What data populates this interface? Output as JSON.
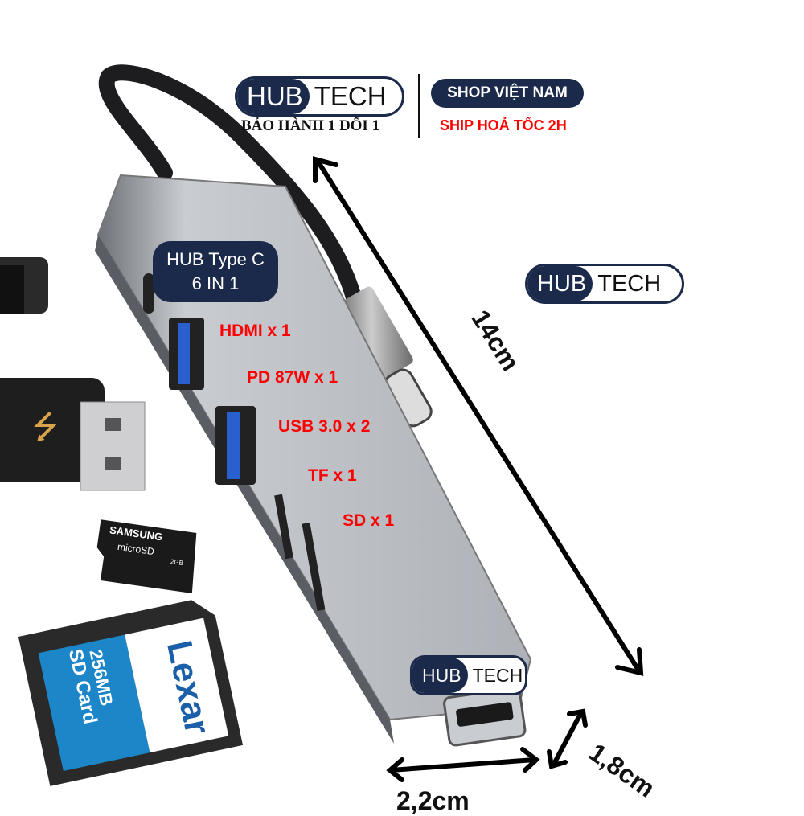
{
  "header": {
    "logo": {
      "hub": "HUB",
      "tech": "TECH"
    },
    "warranty": "BẢO HÀNH 1 ĐỔI 1",
    "shop_badge": "SHOP VIỆT NAM",
    "shipping": "SHIP HOẢ TỐC 2H"
  },
  "side_logo": {
    "hub": "HUB",
    "tech": "TECH"
  },
  "device_logo": {
    "hub": "HUB",
    "tech": "TECH"
  },
  "product_badge": {
    "line1": "HUB Type C",
    "line2": "6 IN 1"
  },
  "ports": [
    "HDMI x 1",
    "PD 87W x 1",
    "USB 3.0 x 2",
    "TF x 1",
    "SD x 1"
  ],
  "dimensions": {
    "length": "14cm",
    "height": "1,8cm",
    "width": "2,2cm"
  },
  "accessories": {
    "microsd": {
      "brand": "SAMSUNG",
      "type": "microSD",
      "capacity": "2GB"
    },
    "sd_card": {
      "brand": "Lexar",
      "capacity": "256MB",
      "type": "SD Card"
    }
  },
  "colors": {
    "navy": "#1b2a4a",
    "red": "#ff0000",
    "hub_body": "#b9bcc2"
  }
}
